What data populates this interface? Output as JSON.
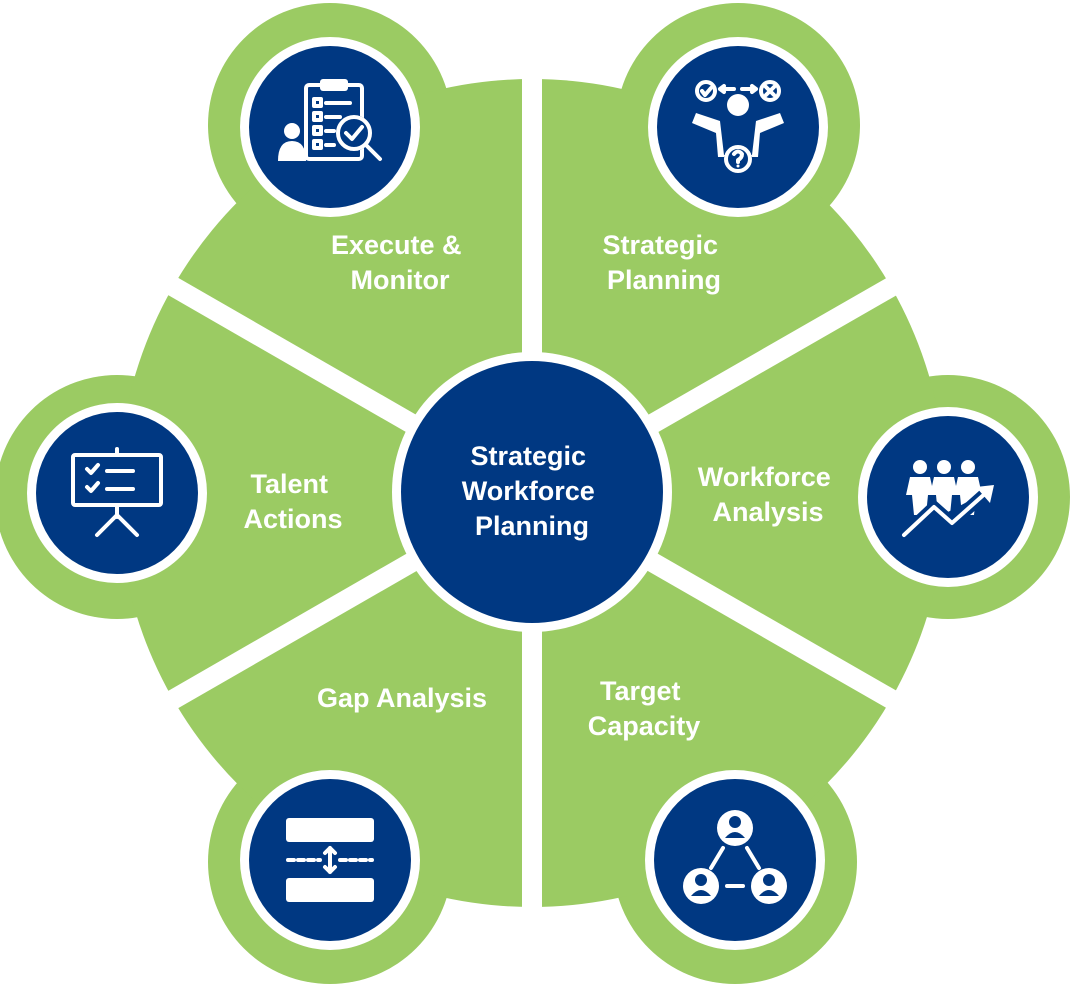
{
  "colors": {
    "green": "#9bcb63",
    "navy": "#003882",
    "white": "#ffffff"
  },
  "center": {
    "lines": [
      "Strategic",
      "Workforce",
      "Planning"
    ]
  },
  "segments": [
    {
      "key": "strategic",
      "lines": [
        "Strategic",
        "Planning"
      ],
      "icon": "decision-person-icon"
    },
    {
      "key": "workforce",
      "lines": [
        "Workforce",
        "Analysis"
      ],
      "icon": "workforce-growth-icon"
    },
    {
      "key": "target",
      "lines": [
        "Target",
        "Capacity"
      ],
      "icon": "network-people-icon"
    },
    {
      "key": "gap",
      "lines": [
        "Gap Analysis"
      ],
      "icon": "gap-compare-icon"
    },
    {
      "key": "talent",
      "lines": [
        "Talent",
        "Actions"
      ],
      "icon": "presentation-board-icon"
    },
    {
      "key": "execute",
      "lines": [
        "Execute &",
        "Monitor"
      ],
      "icon": "clipboard-check-icon"
    }
  ]
}
